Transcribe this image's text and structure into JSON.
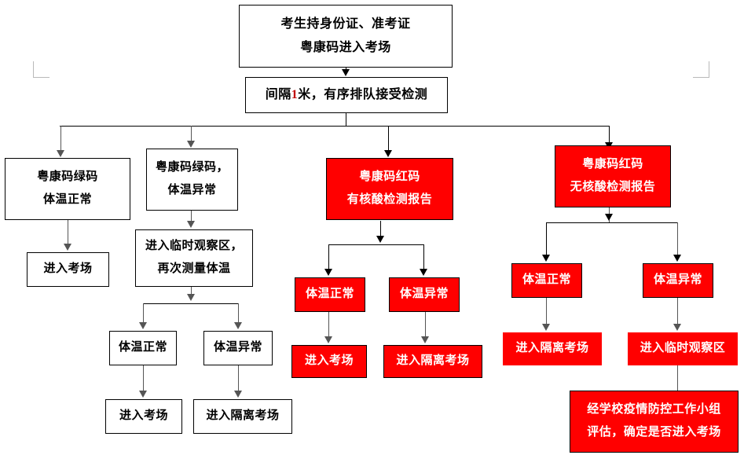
{
  "chart_data": {
    "type": "diagram",
    "title": "考生入场防疫检测流程图",
    "nodes": [
      {
        "id": "n1",
        "label": "考生持身份证、准考证 粤康码进入考场",
        "color": "white"
      },
      {
        "id": "n2",
        "label": "间隔1米，有序排队接受检测",
        "color": "white"
      },
      {
        "id": "n3",
        "label": "粤康码绿码 体温正常",
        "color": "white"
      },
      {
        "id": "n4",
        "label": "进入考场",
        "color": "white"
      },
      {
        "id": "n5",
        "label": "粤康码绿码， 体温异常",
        "color": "white"
      },
      {
        "id": "n6",
        "label": "进入临时观察区， 再次测量体温",
        "color": "white"
      },
      {
        "id": "n7",
        "label": "体温正常",
        "color": "white"
      },
      {
        "id": "n8",
        "label": "体温异常",
        "color": "white"
      },
      {
        "id": "n9",
        "label": "进入考场",
        "color": "white"
      },
      {
        "id": "n10",
        "label": "进入隔离考场",
        "color": "white"
      },
      {
        "id": "n11",
        "label": "粤康码红码 有核酸检测报告",
        "color": "red"
      },
      {
        "id": "n12",
        "label": "体温正常",
        "color": "red"
      },
      {
        "id": "n13",
        "label": "体温异常",
        "color": "red"
      },
      {
        "id": "n14",
        "label": "进入考场",
        "color": "red"
      },
      {
        "id": "n15",
        "label": "进入隔离考场",
        "color": "red"
      },
      {
        "id": "n16",
        "label": "粤康码红码 无核酸检测报告",
        "color": "red"
      },
      {
        "id": "n17",
        "label": "体温正常",
        "color": "red"
      },
      {
        "id": "n18",
        "label": "体温异常",
        "color": "red"
      },
      {
        "id": "n19",
        "label": "进入隔离考场",
        "color": "red"
      },
      {
        "id": "n20",
        "label": "进入临时观察区",
        "color": "red"
      },
      {
        "id": "n21",
        "label": "经学校疫情防控工作小组 评估，确定是否进入考场",
        "color": "red"
      }
    ],
    "edges": [
      {
        "from": "n1",
        "to": "n2"
      },
      {
        "from": "n2",
        "to": "n3"
      },
      {
        "from": "n2",
        "to": "n5"
      },
      {
        "from": "n2",
        "to": "n11"
      },
      {
        "from": "n2",
        "to": "n16"
      },
      {
        "from": "n3",
        "to": "n4"
      },
      {
        "from": "n5",
        "to": "n6"
      },
      {
        "from": "n6",
        "to": "n7"
      },
      {
        "from": "n6",
        "to": "n8"
      },
      {
        "from": "n7",
        "to": "n9"
      },
      {
        "from": "n8",
        "to": "n10"
      },
      {
        "from": "n11",
        "to": "n12"
      },
      {
        "from": "n11",
        "to": "n13"
      },
      {
        "from": "n12",
        "to": "n14"
      },
      {
        "from": "n13",
        "to": "n15"
      },
      {
        "from": "n16",
        "to": "n17"
      },
      {
        "from": "n16",
        "to": "n18"
      },
      {
        "from": "n17",
        "to": "n19"
      },
      {
        "from": "n18",
        "to": "n20"
      },
      {
        "from": "n20",
        "to": "n21"
      }
    ],
    "colors": {
      "red_fill": "#FF0000",
      "red_text": "#FFFFFF",
      "white_fill": "#FFFFFF",
      "border": "#000000"
    }
  },
  "nodes": {
    "start": {
      "line1": "考生持身份证、准考证",
      "line2": "粤康码进入考场"
    },
    "queue": {
      "prefix": "间隔",
      "number": "1",
      "suffix": "米，有序排队接受检测"
    },
    "green_normal": {
      "line1": "粤康码绿码",
      "line2": "体温正常"
    },
    "green_normal_result": {
      "line1": "进入考场"
    },
    "green_abnormal": {
      "line1": "粤康码绿码，",
      "line2": "体温异常"
    },
    "observation": {
      "line1": "进入临时观察区，",
      "line2": "再次测量体温"
    },
    "obs_temp_normal": {
      "line1": "体温正常"
    },
    "obs_temp_abnormal": {
      "line1": "体温异常"
    },
    "obs_normal_result": {
      "line1": "进入考场"
    },
    "obs_abnormal_result": {
      "line1": "进入隔离考场"
    },
    "red_with_report": {
      "line1": "粤康码红码",
      "line2": "有核酸检测报告"
    },
    "red_report_temp_normal": {
      "line1": "体温正常"
    },
    "red_report_temp_abnormal": {
      "line1": "体温异常"
    },
    "red_report_normal_result": {
      "line1": "进入考场"
    },
    "red_report_abnormal_result": {
      "line1": "进入隔离考场"
    },
    "red_no_report": {
      "line1": "粤康码红码",
      "line2": "无核酸检测报告"
    },
    "red_noreport_temp_normal": {
      "line1": "体温正常"
    },
    "red_noreport_temp_abnormal": {
      "line1": "体温异常"
    },
    "red_noreport_normal_result": {
      "line1": "进入隔离考场"
    },
    "red_noreport_abnormal_result": {
      "line1": "进入临时观察区"
    },
    "assessment": {
      "line1": "经学校疫情防控工作小组",
      "line2": "评估，确定是否进入考场"
    }
  }
}
